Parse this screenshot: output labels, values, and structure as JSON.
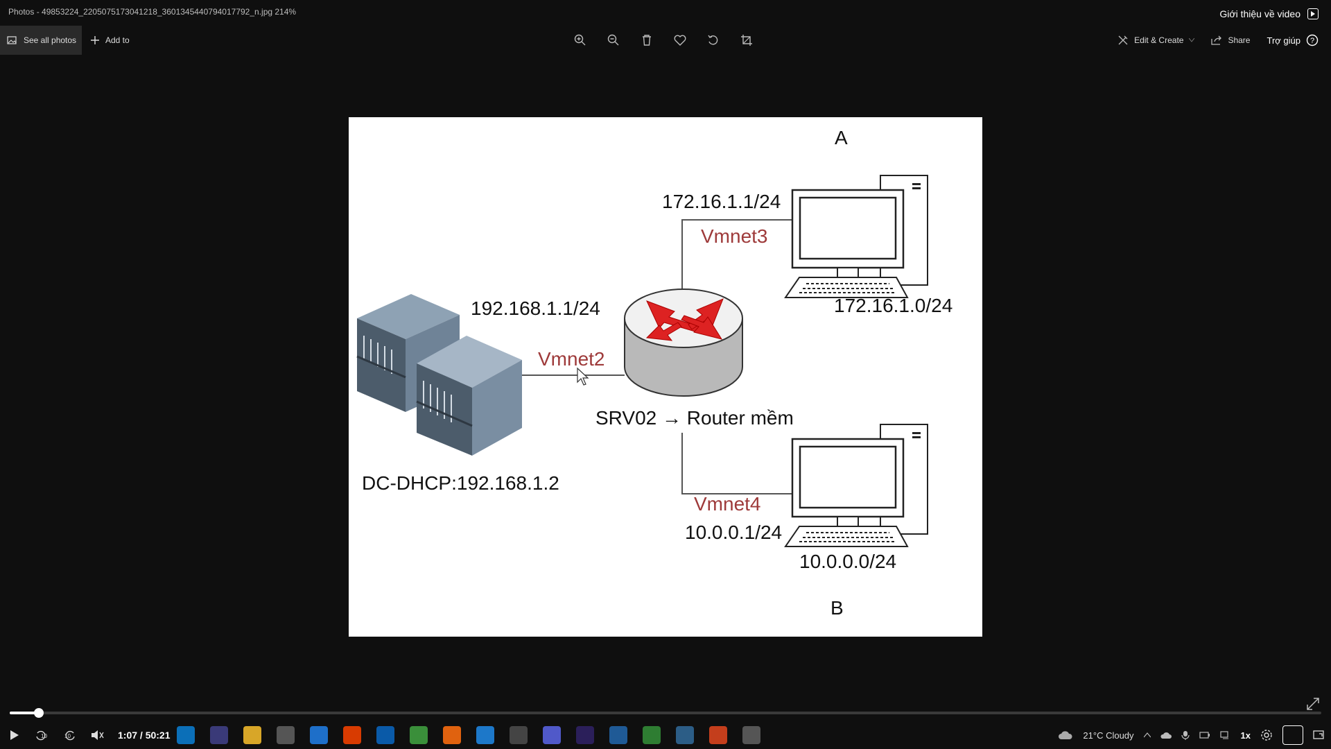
{
  "window": {
    "title": "Photos - 49853224_2205075173041218_3601345440794017792_n.jpg   214%",
    "video_intro_label": "Giới thiệu về video"
  },
  "toolbar": {
    "see_all_label": "See all photos",
    "add_to_label": "Add to",
    "edit_create_label": "Edit & Create",
    "share_label": "Share",
    "help_label": "Trợ giúp"
  },
  "diagram": {
    "router_label": "SRV02 → Router mềm",
    "server_label": "DC-DHCP:192.168.1.2",
    "link_left_ip": "192.168.1.1/24",
    "vmnet2": "Vmnet2",
    "vmnet3": "Vmnet3",
    "vmnet4": "Vmnet4",
    "top_ip": "172.16.1.1/24",
    "top_net": "172.16.1.0/24",
    "bottom_ip": "10.0.0.1/24",
    "bottom_net": "10.0.0.0/24",
    "node_a": "A",
    "node_b": "B"
  },
  "player": {
    "time": "1:07 / 50:21",
    "progress_fraction": 0.022,
    "speed": "1x"
  },
  "taskbar": {
    "weather": "21°C  Cloudy",
    "apps": [
      {
        "icon": "edge-icon",
        "color": "#0b6fb8"
      },
      {
        "icon": "cortana-icon",
        "color": "#3a3a78"
      },
      {
        "icon": "file-explorer-icon",
        "color": "#d8a628"
      },
      {
        "icon": "store-icon",
        "color": "#555555"
      },
      {
        "icon": "mail-icon",
        "color": "#1e6fc9"
      },
      {
        "icon": "office-icon",
        "color": "#d83b01"
      },
      {
        "icon": "outlook-icon",
        "color": "#0a5aa8"
      },
      {
        "icon": "chrome-icon",
        "color": "#3a8f3a"
      },
      {
        "icon": "firefox-icon",
        "color": "#e0620f"
      },
      {
        "icon": "copy-icon",
        "color": "#1d78c9"
      },
      {
        "icon": "network-icon",
        "color": "#444444"
      },
      {
        "icon": "teams-icon",
        "color": "#5059c9"
      },
      {
        "icon": "audition-icon",
        "color": "#2b1f5a"
      },
      {
        "icon": "photos-icon",
        "color": "#1f5a96"
      },
      {
        "icon": "camtasia-icon",
        "color": "#2e7d32"
      },
      {
        "icon": "monitor-icon",
        "color": "#2c5d86"
      },
      {
        "icon": "powerpoint-icon",
        "color": "#c43e1c"
      },
      {
        "icon": "terminal-icon",
        "color": "#555555"
      }
    ]
  }
}
